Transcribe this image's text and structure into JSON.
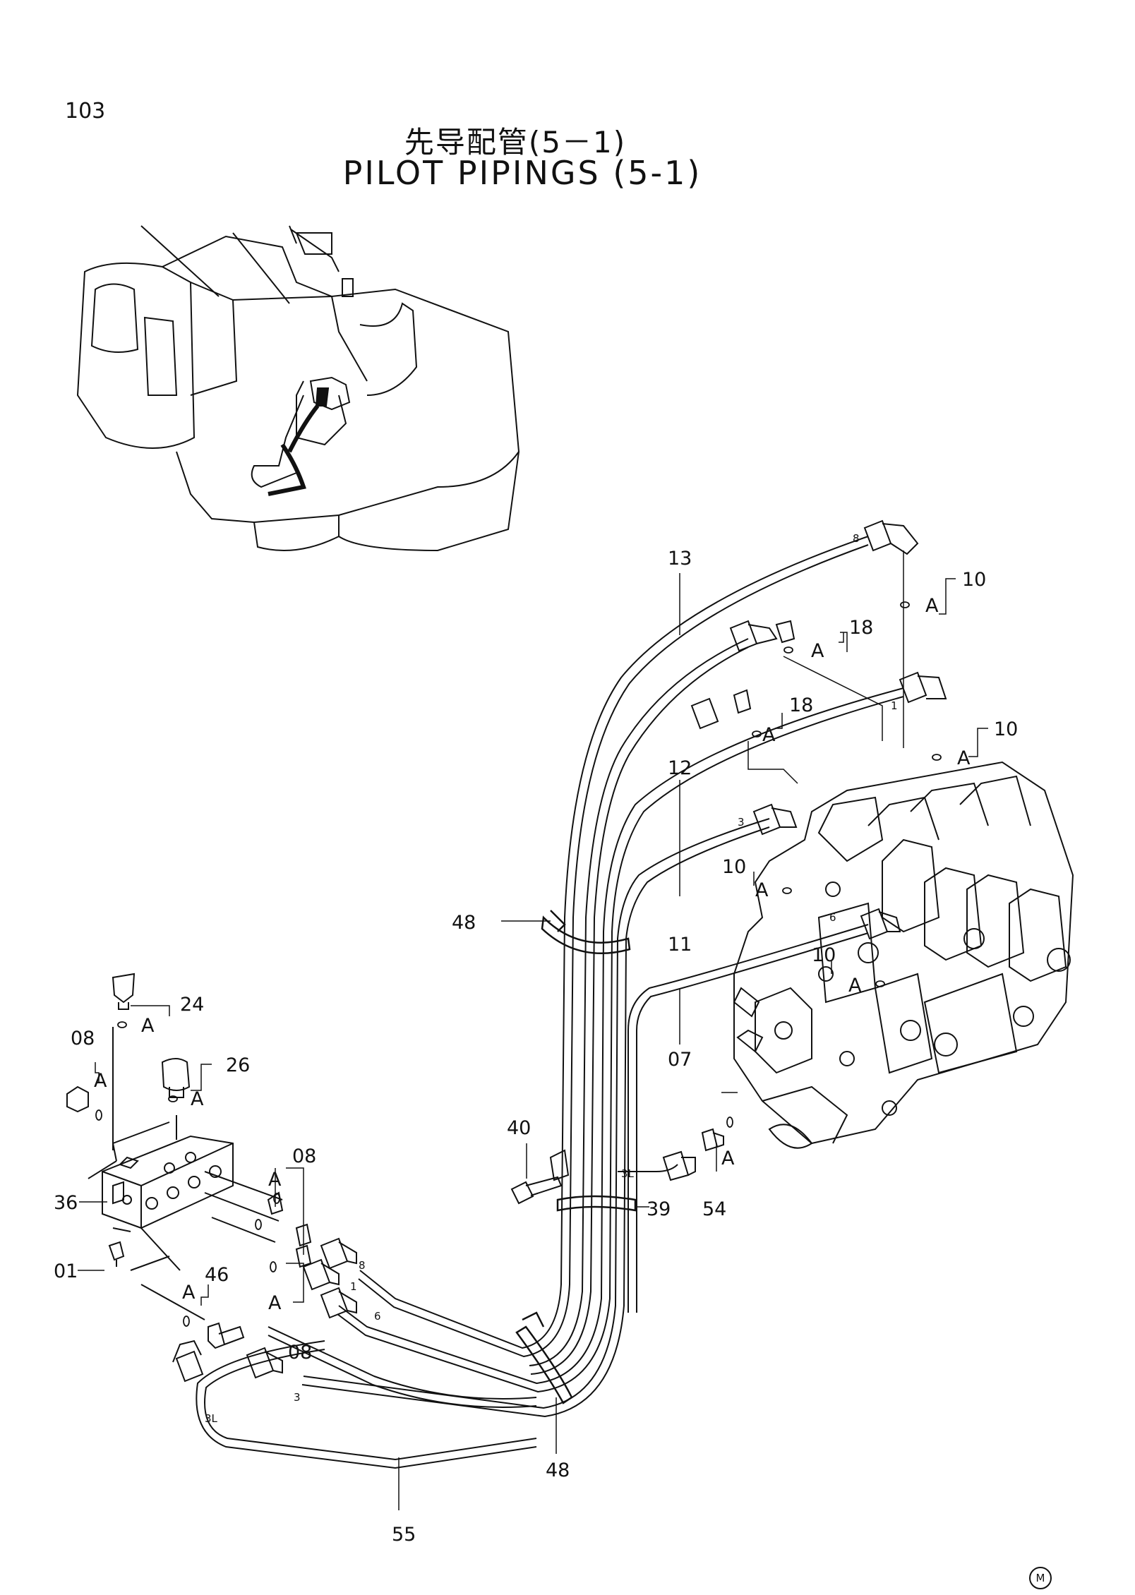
{
  "page_number": "103",
  "title_jp": "先导配管(5－1)",
  "title_en": "PILOT PIPINGS (5-1)",
  "callouts": [
    "13",
    "10",
    "18",
    "18",
    "10",
    "12",
    "10",
    "48",
    "11",
    "10",
    "07",
    "24",
    "08",
    "26",
    "40",
    "08",
    "36",
    "54",
    "39",
    "01",
    "46",
    "08",
    "48",
    "55"
  ],
  "hose_tags": [
    "8",
    "1",
    "3",
    "6",
    "3L",
    "8",
    "1",
    "6",
    "3",
    "3L"
  ],
  "detail_ref": "A",
  "logo_mark": "M"
}
